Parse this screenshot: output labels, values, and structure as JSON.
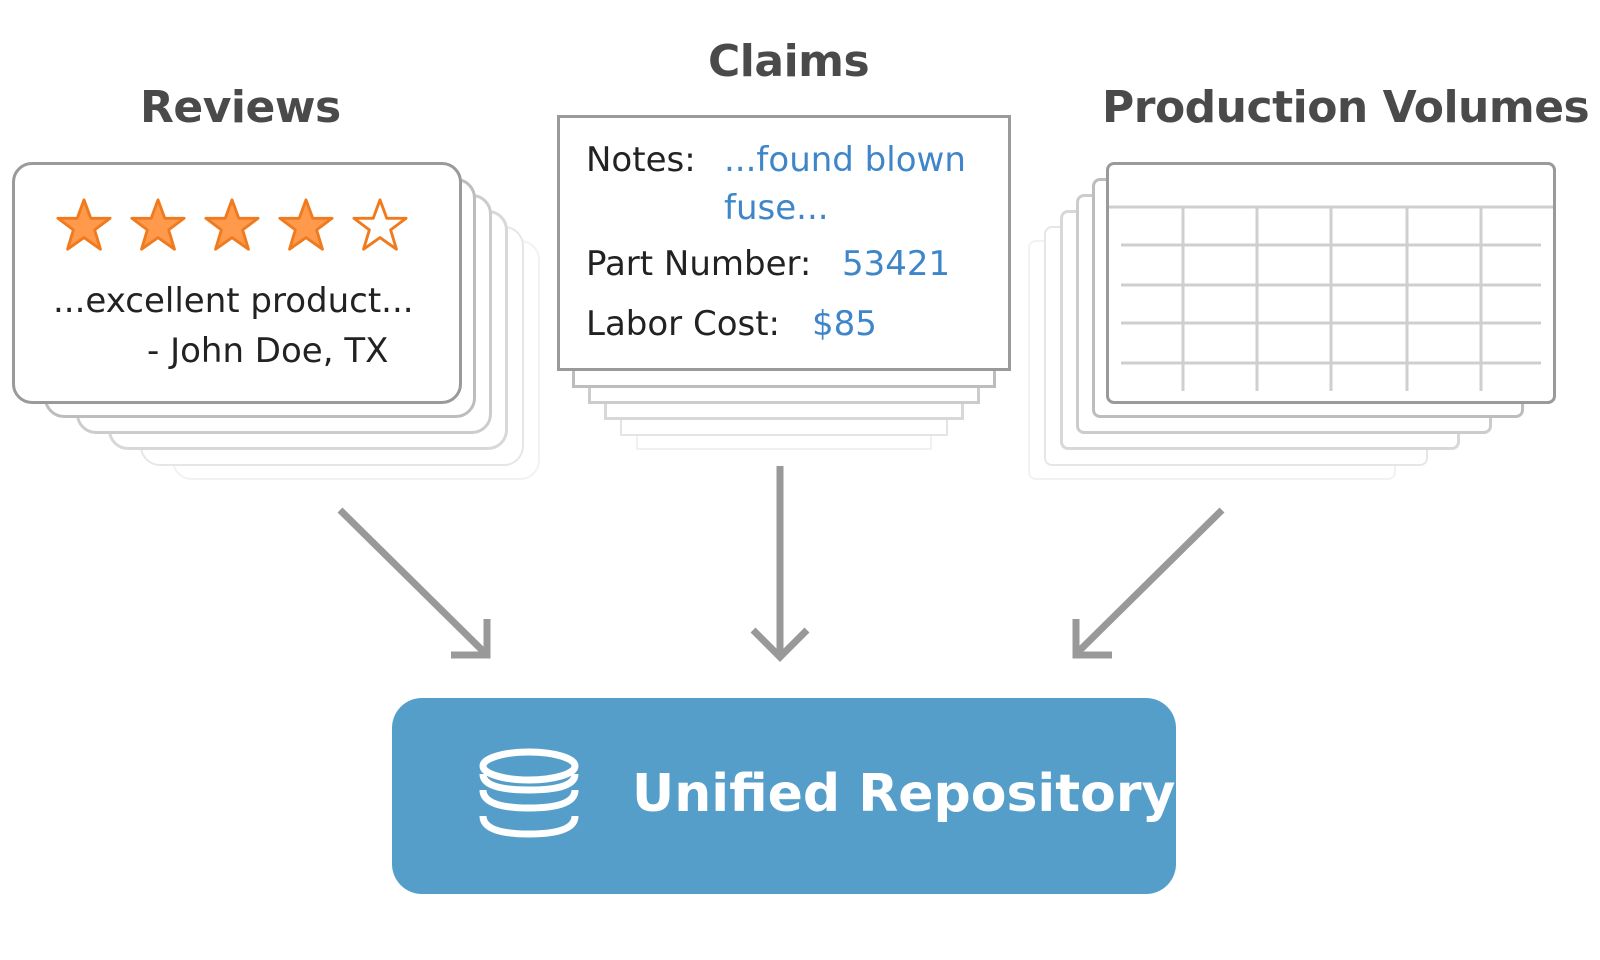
{
  "reviews": {
    "title": "Reviews",
    "rating": 4,
    "max_rating": 5,
    "quote": "...excellent product...",
    "author": "- John Doe, TX",
    "star_color": "#ff9a4d",
    "star_outline": "#f07a1e"
  },
  "claims": {
    "title": "Claims",
    "notes_label": "Notes:",
    "notes_value_line1": "...found blown",
    "notes_value_line2": "fuse...",
    "part_label": "Part Number:",
    "part_value": "53421",
    "labor_label": "Labor Cost:",
    "labor_value": "$85",
    "value_color": "#3f86c8"
  },
  "production": {
    "title": "Production Volumes"
  },
  "repository": {
    "label": "Unified Repository",
    "color": "#559ec9",
    "icon": "database-icon"
  },
  "arrows": {
    "color": "#999999"
  }
}
